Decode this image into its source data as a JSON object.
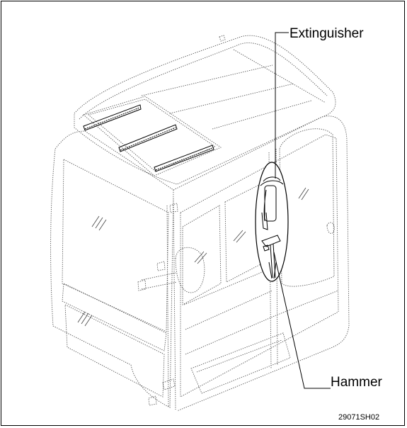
{
  "labels": {
    "extinguisher": "Extinguisher",
    "hammer": "Hammer"
  },
  "figure_code": "29071SH02",
  "colors": {
    "line": "#000000",
    "dotted_line": "#555555",
    "background": "#ffffff"
  }
}
